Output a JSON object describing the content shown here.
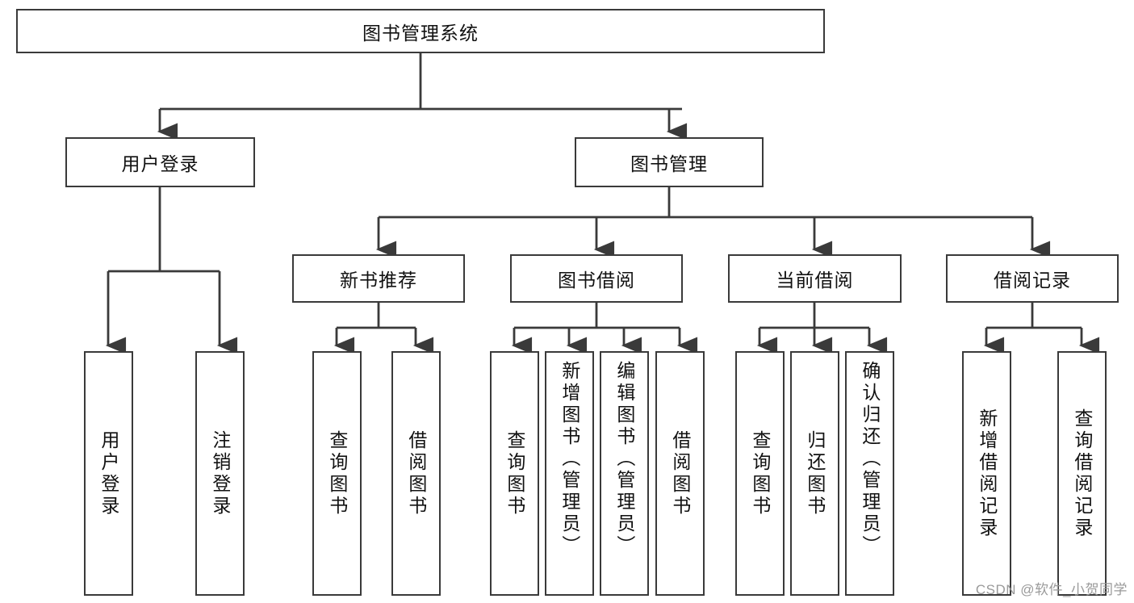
{
  "diagram": {
    "type": "tree",
    "title": "图书管理系统",
    "root": {
      "label": "图书管理系统"
    },
    "level2": [
      {
        "label": "用户登录"
      },
      {
        "label": "图书管理"
      }
    ],
    "level3": [
      {
        "label": "新书推荐"
      },
      {
        "label": "图书借阅"
      },
      {
        "label": "当前借阅"
      },
      {
        "label": "借阅记录"
      }
    ],
    "leaves": {
      "user_login": [
        {
          "label": "用户登录"
        },
        {
          "label": "注销登录"
        }
      ],
      "new_book_recommend": [
        {
          "label": "查询图书"
        },
        {
          "label": "借阅图书"
        }
      ],
      "book_borrow": [
        {
          "label": "查询图书"
        },
        {
          "label": "新增图书（管理员）"
        },
        {
          "label": "编辑图书（管理员）"
        },
        {
          "label": "借阅图书"
        }
      ],
      "current_borrow": [
        {
          "label": "查询图书"
        },
        {
          "label": "归还图书"
        },
        {
          "label": "确认归还（管理员）"
        }
      ],
      "borrow_record": [
        {
          "label": "新增借阅记录"
        },
        {
          "label": "查询借阅记录"
        }
      ]
    }
  },
  "watermark": {
    "text": "CSDN @软件_小贺同学"
  },
  "colors": {
    "stroke": "#3a3a3a",
    "background": "#ffffff",
    "text": "#111111",
    "watermark": "#9a9a9a"
  }
}
